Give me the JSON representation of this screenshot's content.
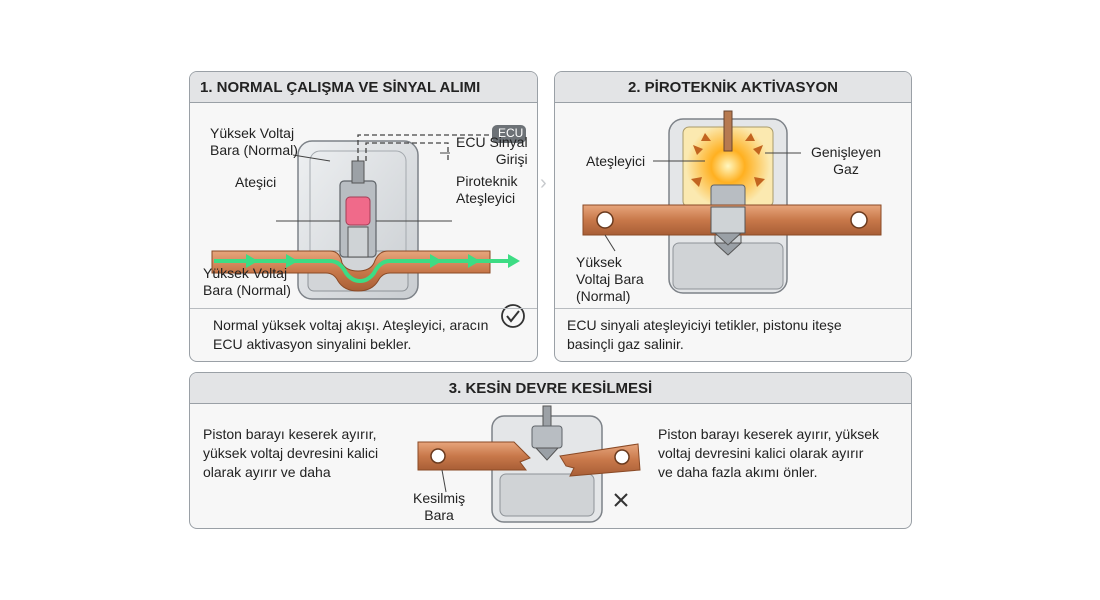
{
  "panel1": {
    "title": "1. NORMAL ÇALIŞMA VE SİNYAL ALIMI",
    "label_busbar_top_1": "Yüksek Voltaj",
    "label_busbar_top_2": "Bara (Normal)",
    "label_igniter": "Ateşici",
    "label_ecu_tag": "ECU",
    "label_ecu_signal_1": "ECU Sinyal",
    "label_ecu_signal_2": "Girişi",
    "label_pyro_1": "Piroteknik",
    "label_pyro_2": "Ateşleyici",
    "label_busbar_bottom_1": "Yüksek Voltaj",
    "label_busbar_bottom_2": "Bara (Normal)",
    "caption_1": "Normal yüksek voltaj akışı. Ateşleyici, aracın",
    "caption_2": "ECU aktivasyon sinyalini bekler."
  },
  "panel2": {
    "title": "2. PİROTEKNİK AKTİVASYON",
    "label_igniter": "Ateşleyici",
    "label_gas_1": "Genişleyen",
    "label_gas_2": "Gaz",
    "label_busbar_1": "Yüksek",
    "label_busbar_2": "Voltaj Bara",
    "label_busbar_3": "(Normal)",
    "caption_1": "ECU sinyali ateşleyiciyi tetikler, pistonu iteşe",
    "caption_2": "basinçli gaz salinir."
  },
  "panel3": {
    "title": "3. KESİN DEVRE KESİLMESİ",
    "left_1": "Piston barayı keserek ayırır,",
    "left_2": "yüksek voltaj devresini kalici",
    "left_3": "olarak ayırır ve daha",
    "label_cut_1": "Kesilmiş",
    "label_cut_2": "Bara",
    "right_1": "Piston barayı keserek ayırır, yüksek",
    "right_2": "voltaj devresini kalici olarak ayırır",
    "right_3": "ve daha fazla akımı önler."
  },
  "colors": {
    "copper": "#c8784a",
    "copper_light": "#e6a47a",
    "flow_green": "#3ddc84",
    "housing": "#d7dadd",
    "glow": "#ffb020",
    "igniter_pink": "#f06a8a"
  }
}
